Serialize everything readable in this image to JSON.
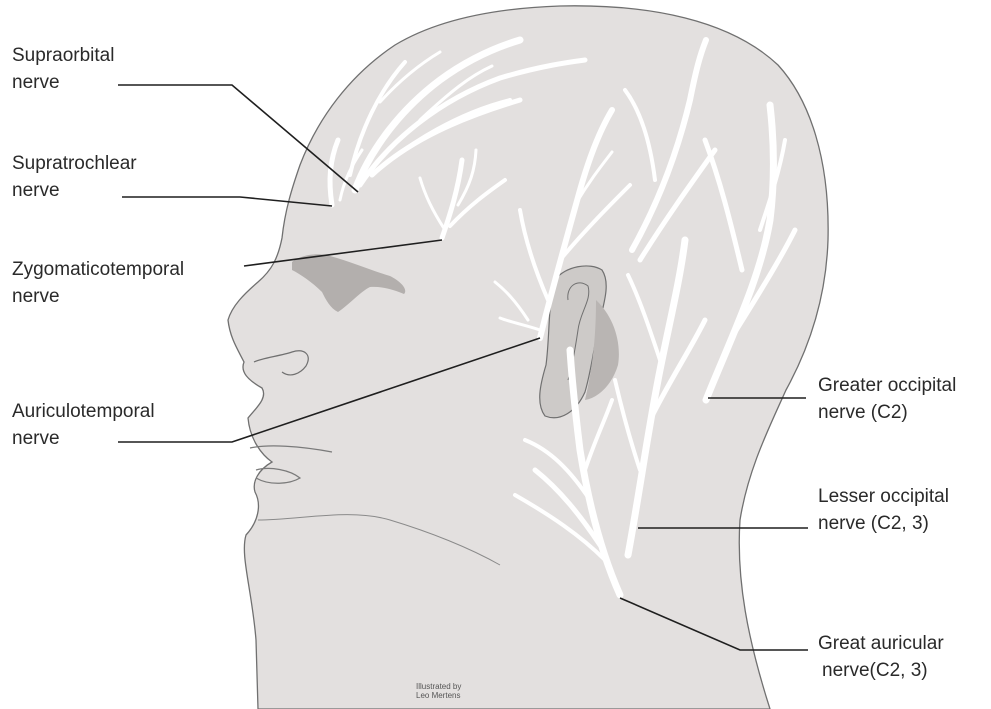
{
  "labels": {
    "supraorbital": [
      "Supraorbital",
      "nerve"
    ],
    "supratrochlear": [
      "Supratrochlear",
      "nerve"
    ],
    "zygomaticotemporal": [
      "Zygomaticotemporal",
      "nerve"
    ],
    "auriculotemporal": [
      "Auriculotemporal",
      "nerve"
    ],
    "greater_occipital": [
      "Greater occipital",
      "nerve (C2)"
    ],
    "lesser_occipital": [
      "Lesser occipital",
      "nerve (C2, 3)"
    ],
    "great_auricular": [
      "Great auricular",
      "nerve(C2, 3)"
    ]
  },
  "credit": [
    "Illustrated by",
    "Leo Mertens"
  ],
  "colors": {
    "head_fill": "#e3e0df",
    "outline": "#707070",
    "nerve": "#ffffff",
    "shadow": "#b3afad",
    "leader": "#1f1f1f",
    "text": "#2a2a2a"
  }
}
